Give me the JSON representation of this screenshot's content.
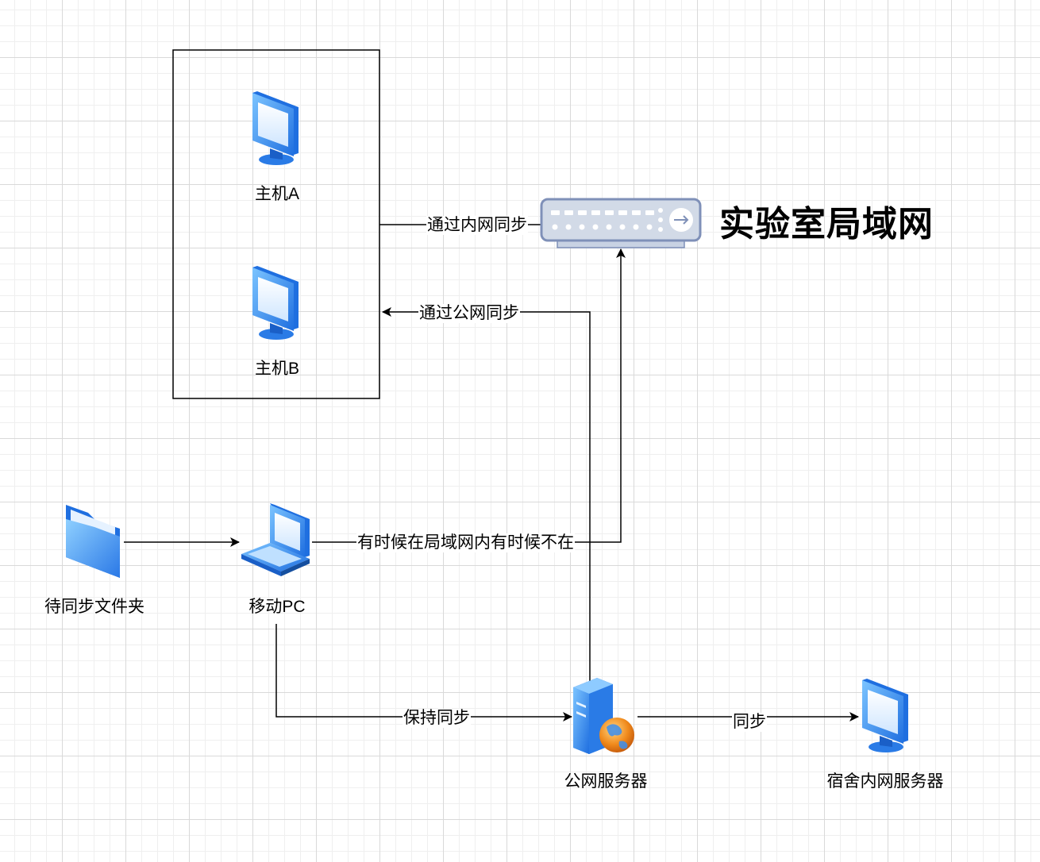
{
  "title": "实验室局域网",
  "nodes": {
    "host_a": "主机A",
    "host_b": "主机B",
    "folder": "待同步文件夹",
    "mobile_pc": "移动PC",
    "public_server": "公网服务器",
    "dorm_server": "宿舍内网服务器"
  },
  "edges": {
    "lan_sync": "通过内网同步",
    "public_sync": "通过公网同步",
    "sometimes_lan": "有时候在局域网内有时候不在",
    "keep_sync": "保持同步",
    "sync": "同步"
  },
  "colors": {
    "icon_blue": "#3a8ef0",
    "line": "#000000",
    "switch_body": "#d2dae7",
    "switch_border": "#7f90b8"
  },
  "icons": {
    "host_a": "monitor-icon",
    "host_b": "monitor-icon",
    "folder": "folder-icon",
    "mobile_pc": "laptop-icon",
    "public_server": "web-server-icon",
    "dorm_server": "monitor-icon",
    "lan": "network-switch-icon"
  }
}
